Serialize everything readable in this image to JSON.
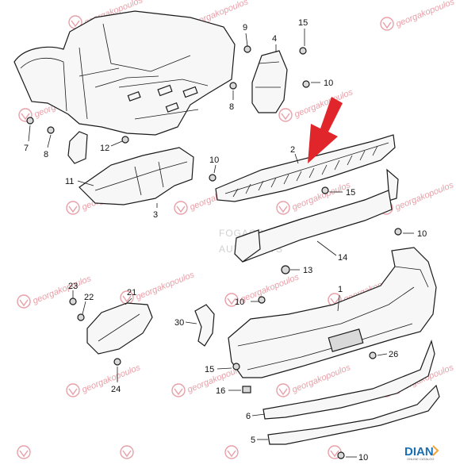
{
  "watermark": {
    "text": "georgakopoulos"
  },
  "callouts": [
    {
      "id": "c9",
      "text": "9"
    },
    {
      "id": "c4",
      "text": "4"
    },
    {
      "id": "c15a",
      "text": "15"
    },
    {
      "id": "c10a",
      "text": "10"
    },
    {
      "id": "c8a",
      "text": "8"
    },
    {
      "id": "c7",
      "text": "7"
    },
    {
      "id": "c8b",
      "text": "8"
    },
    {
      "id": "c12",
      "text": "12"
    },
    {
      "id": "c2",
      "text": "2"
    },
    {
      "id": "c10b",
      "text": "10"
    },
    {
      "id": "c11",
      "text": "11"
    },
    {
      "id": "c3",
      "text": "3"
    },
    {
      "id": "c15b",
      "text": "15"
    },
    {
      "id": "c10c",
      "text": "10"
    },
    {
      "id": "c14",
      "text": "14"
    },
    {
      "id": "c13",
      "text": "13"
    },
    {
      "id": "c23",
      "text": "23"
    },
    {
      "id": "c21",
      "text": "21"
    },
    {
      "id": "c22",
      "text": "22"
    },
    {
      "id": "c1",
      "text": "1"
    },
    {
      "id": "c10d",
      "text": "10"
    },
    {
      "id": "c30",
      "text": "30"
    },
    {
      "id": "c26",
      "text": "26"
    },
    {
      "id": "c24",
      "text": "24"
    },
    {
      "id": "c15c",
      "text": "15"
    },
    {
      "id": "c16",
      "text": "16"
    },
    {
      "id": "c6",
      "text": "6"
    },
    {
      "id": "c5",
      "text": "5"
    },
    {
      "id": "c10e",
      "text": "10"
    }
  ],
  "background_text": [
    "FOGAOPOULOS",
    "AUTOPARTS"
  ],
  "brand": {
    "name": "DIAN",
    "subtitle": "ONLINE CATALOG"
  },
  "colors": {
    "line": "#1a1a1a",
    "arrow": "#e0262b",
    "watermark": "#e8a0a8",
    "brand": "#1a6fb3"
  }
}
